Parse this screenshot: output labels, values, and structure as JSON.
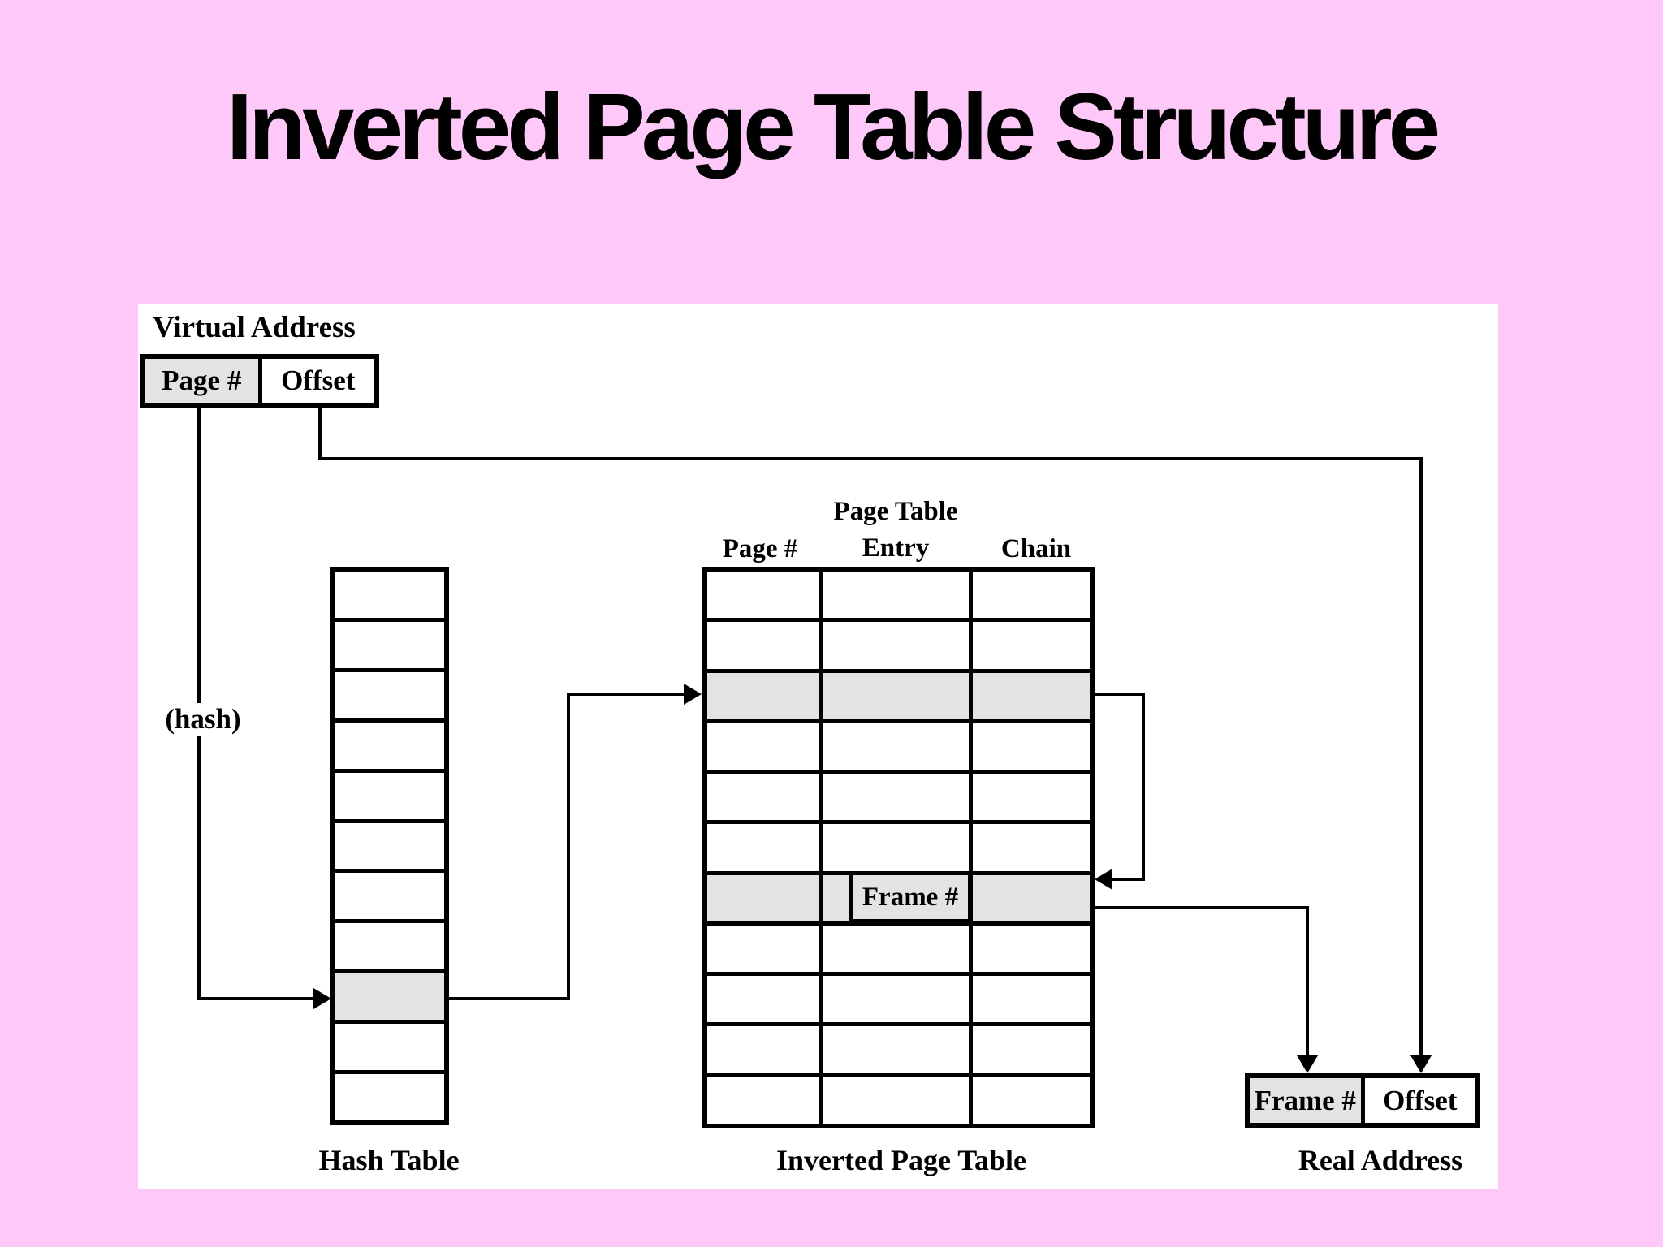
{
  "title": "Inverted Page Table Structure",
  "colors": {
    "background": "#fec9f9",
    "panel": "#ffffff",
    "line": "#000000",
    "shaded_cell": "#e3e3e3",
    "cell": "#ffffff",
    "text": "#000000"
  },
  "virtual_address": {
    "label": "Virtual Address",
    "page_field": "Page #",
    "offset_field": "Offset"
  },
  "hash": {
    "function_label": "(hash)",
    "table_caption": "Hash Table",
    "rows": 11,
    "highlighted_row": 9
  },
  "inverted_page_table": {
    "caption": "Inverted Page Table",
    "columns": [
      "Page #",
      "Page Table Entry",
      "Chain"
    ],
    "header_page": "Page #",
    "header_entry_line1": "Page Table",
    "header_entry_line2": "Entry",
    "header_chain": "Chain",
    "rows": 11,
    "matched_row": 3,
    "frame_row": 7,
    "frame_label": "Frame #"
  },
  "real_address": {
    "caption": "Real Address",
    "frame_field": "Frame #",
    "offset_field": "Offset"
  }
}
